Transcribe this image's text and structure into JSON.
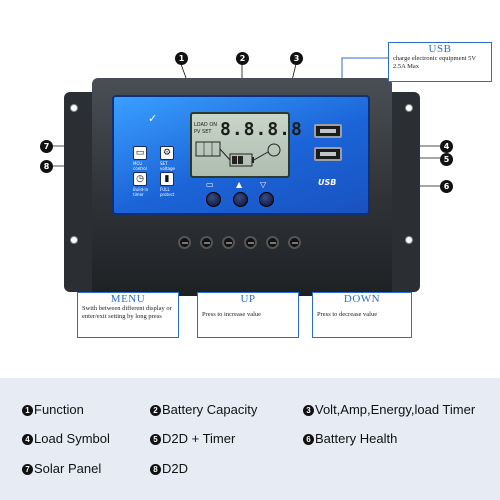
{
  "usb_callout": {
    "title": "USB",
    "text": "charge electronic equipment 5V 2.5A Max"
  },
  "menu_callout": {
    "title": "MENU",
    "text": "Swith between different display or enter/exit setting by long press"
  },
  "up_callout": {
    "title": "UP",
    "text": "Press to increase value"
  },
  "down_callout": {
    "title": "DOWN",
    "text": "Press to decrease value"
  },
  "device": {
    "lcd_value": "8.8.8.8",
    "lcd_load_label": "LOAD ON",
    "lcd_pv_label": "PV SET",
    "panel_usb_label": "USB",
    "mcu_label": "MCU control",
    "set_label": "SET voltage",
    "timer_label": "Build-in timer",
    "full_label": "FULL protect"
  },
  "callout_numbers": [
    "1",
    "2",
    "3",
    "4",
    "5",
    "6",
    "7",
    "8"
  ],
  "legend": [
    {
      "num": "1",
      "label": "Function"
    },
    {
      "num": "2",
      "label": "Battery Capacity"
    },
    {
      "num": "3",
      "label": "Volt,Amp,Energy,load Timer"
    },
    {
      "num": "4",
      "label": "Load Symbol"
    },
    {
      "num": "5",
      "label": "D2D + Timer"
    },
    {
      "num": "6",
      "label": "Battery Health"
    },
    {
      "num": "7",
      "label": "Solar Panel"
    },
    {
      "num": "8",
      "label": "D2D"
    }
  ],
  "colors": {
    "panel_blue": "#1b64d8",
    "callout_blue": "#2c6ec7",
    "legend_bg": "#e6ebf4"
  }
}
